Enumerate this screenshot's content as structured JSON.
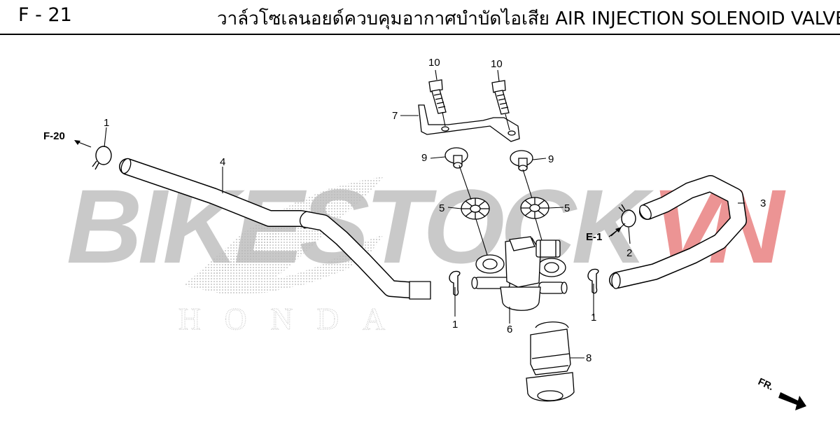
{
  "header": {
    "page_code": "F - 21",
    "title": "วาล์วโซเลนอยด์ควบคุมอากาศบำบัดไอเสีย  AIR INJECTION SOLENOID VALVE"
  },
  "watermark": {
    "text": "BIKESTOCK",
    "accent_text": "VN",
    "color": "#b8b8b8",
    "accent_color": "#e87a7a"
  },
  "brand_logo": {
    "text": "HONDA",
    "color": "#c9c9c9"
  },
  "references": {
    "f20": "F-20",
    "e1": "E-1",
    "front": "FR."
  },
  "callouts": {
    "c1a": "1",
    "c1b": "1",
    "c1c": "1",
    "c2": "2",
    "c3": "3",
    "c4": "4",
    "c5a": "5",
    "c5b": "5",
    "c6": "6",
    "c7": "7",
    "c8": "8",
    "c9a": "9",
    "c9b": "9",
    "c10a": "10",
    "c10b": "10"
  }
}
